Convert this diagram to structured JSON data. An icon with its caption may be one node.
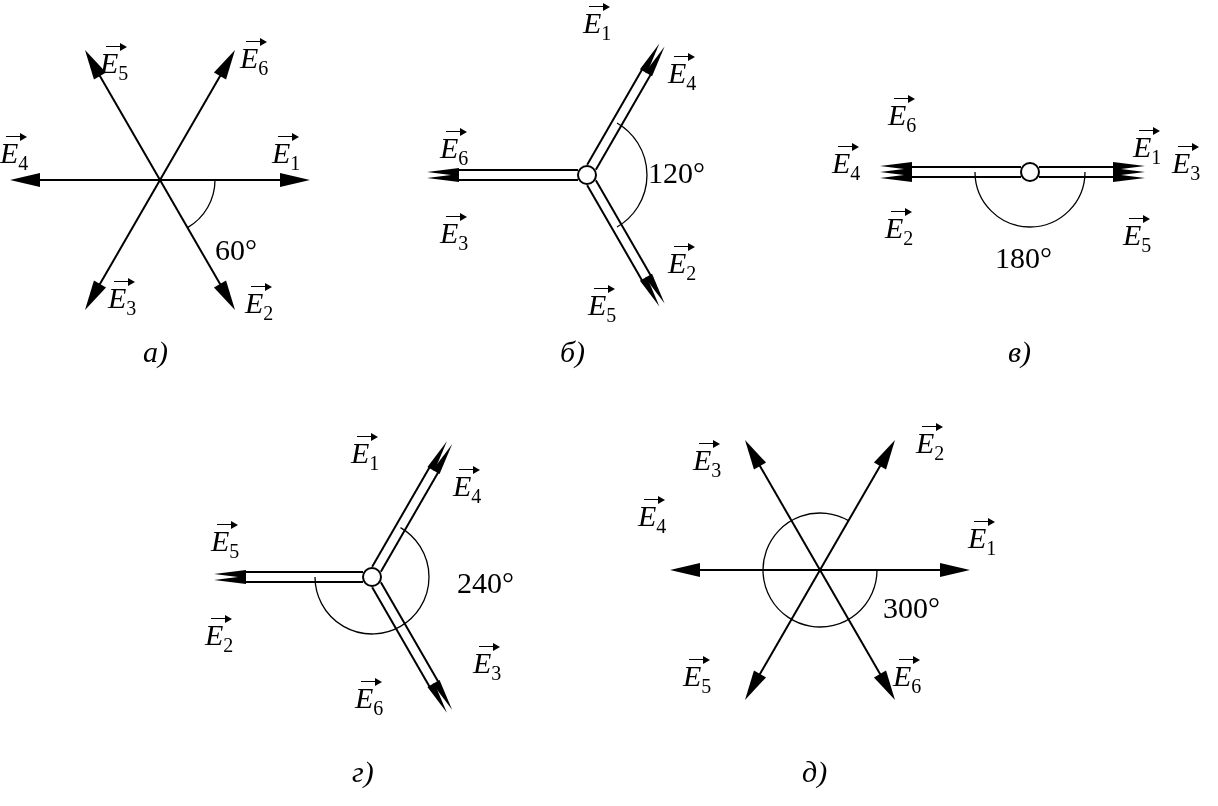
{
  "diagram": {
    "labels": [
      "E$_{5}$",
      "E$_{6}$",
      "E$_{4}$",
      "E$_{1}$",
      "60°",
      "E$_{3}$",
      "E$_{2}$",
      "а)",
      "E$_{1}$",
      "E$_{4}$",
      "E$_{6}$",
      "120°",
      "E$_{3}$",
      "E$_{2}$",
      "E$_{5}$",
      "б)",
      "E$_{6}$",
      "E$_{1}$",
      "E$_{4}$",
      "E$_{3}$",
      "E$_{2}$",
      "E$_{5}$",
      "180°",
      "в)",
      "E$_{1}$",
      "E$_{4}$",
      "E$_{5}$",
      "240°",
      "E$_{2}$",
      "E$_{3}$",
      "E$_{6}$",
      "г)",
      "E$_{3}$",
      "E$_{2}$",
      "E$_{4}$",
      "E$_{1}$",
      "300°",
      "E$_{5}$",
      "E$_{6}$",
      "д)"
    ]
  }
}
